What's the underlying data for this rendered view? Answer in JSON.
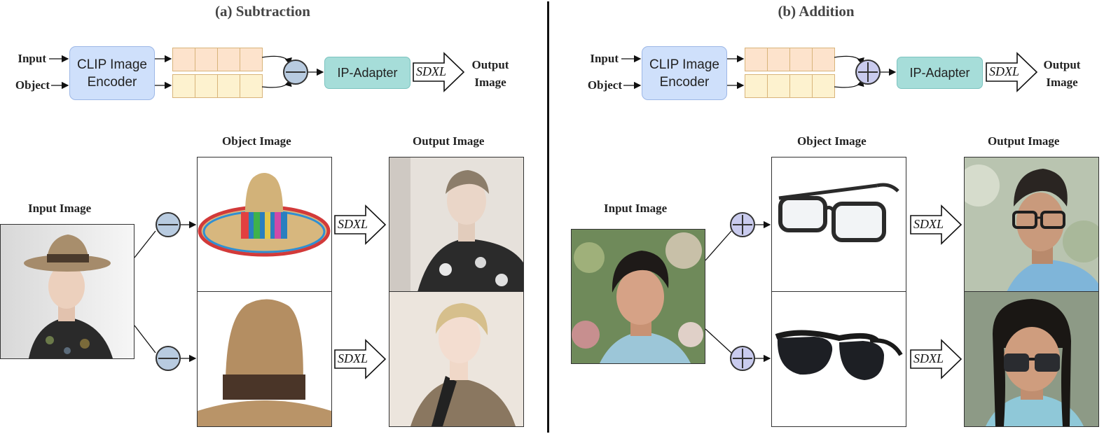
{
  "panel_a": {
    "title": "(a) Subtraction",
    "input_label": "Input",
    "object_label": "Object",
    "clip_line1": "CLIP Image",
    "clip_line2": "Encoder",
    "adapter": "IP-Adapter",
    "model": "SDXL",
    "output_line1": "Output",
    "output_line2": "Image",
    "operator": "subtract",
    "input_image_heading": "Input Image",
    "object_image_heading": "Object Image",
    "output_image_heading": "Output Image"
  },
  "panel_b": {
    "title": "(b) Addition",
    "input_label": "Input",
    "object_label": "Object",
    "clip_line1": "CLIP Image",
    "clip_line2": "Encoder",
    "adapter": "IP-Adapter",
    "model": "SDXL",
    "output_line1": "Output",
    "output_line2": "Image",
    "operator": "add",
    "input_image_heading": "Input Image",
    "object_image_heading": "Object Image",
    "output_image_heading": "Output Image"
  },
  "colors": {
    "clip_fill": "#cfe0fb",
    "adapter_fill": "#a6ddd9",
    "embed_input": "#fde3cc",
    "embed_object": "#fdf2cf",
    "operator_subtract": "#b8cbe0",
    "operator_add": "#c9cbee"
  }
}
